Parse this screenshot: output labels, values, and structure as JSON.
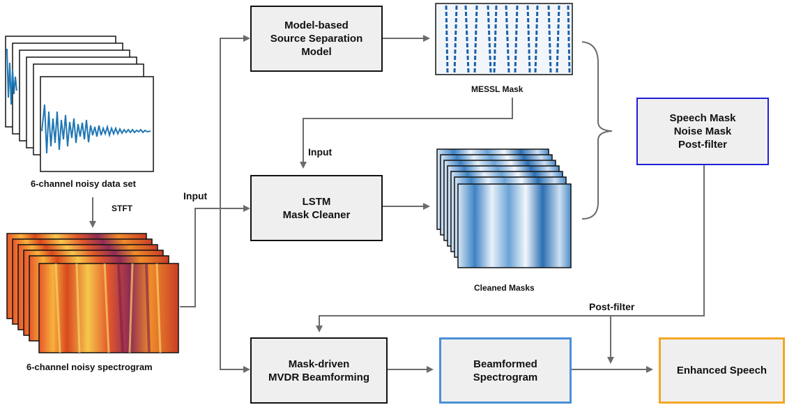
{
  "boxes": {
    "model_based": "Model-based\nSource Separation\nModel",
    "lstm": "LSTM\nMask Cleaner",
    "mvdr": "Mask-driven\nMVDR Beamforming",
    "beamformed": "Beamformed\nSpectrogram",
    "enhanced": "Enhanced Speech",
    "masks": "Speech Mask\nNoise Mask\nPost-filter"
  },
  "labels": {
    "noisy_data": "6-channel noisy data set",
    "stft": "STFT",
    "noisy_spec": "6-channel noisy spectrogram",
    "input_left": "Input",
    "input_mid": "Input",
    "messl_mask": "MESSL Mask",
    "cleaned_masks": "Cleaned Masks",
    "post_filter": "Post-filter"
  },
  "colors": {
    "box_fill": "#efefef",
    "arrow": "#6b6b6b",
    "blue_border": "#1f1fd6",
    "light_blue_border": "#4a90d9",
    "orange_border": "#f5a623",
    "waveform": "#1f77b4",
    "mask_blue": "#1a5fa8",
    "spec_orange": "#f07a1c",
    "spec_purple": "#7a1f4e"
  }
}
